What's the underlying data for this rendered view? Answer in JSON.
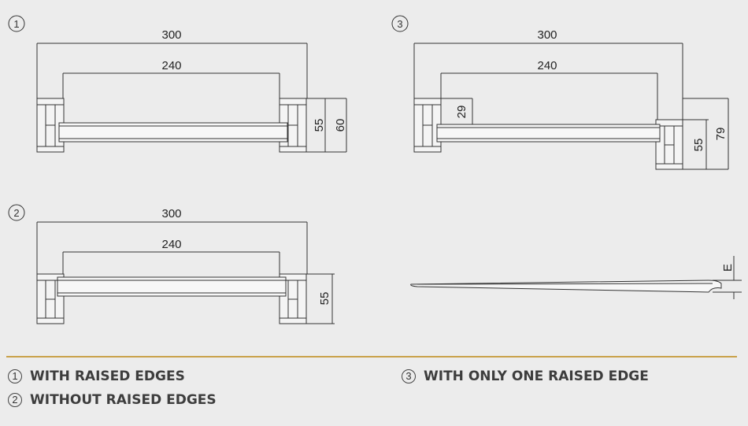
{
  "figures": {
    "fig1": {
      "number": "1",
      "width_total": "300",
      "width_inner": "240",
      "height_a": "55",
      "height_b": "60"
    },
    "fig2": {
      "number": "2",
      "width_total": "300",
      "width_inner": "240",
      "height_a": "55"
    },
    "fig3": {
      "number": "3",
      "width_total": "300",
      "width_inner": "240",
      "height_small": "29",
      "height_a": "55",
      "height_b": "79"
    },
    "fig4": {
      "label_e": "E"
    }
  },
  "legend": [
    {
      "number": "1",
      "text": "WITH RAISED EDGES"
    },
    {
      "number": "2",
      "text": "WITHOUT RAISED EDGES"
    },
    {
      "number": "3",
      "text": "WITH ONLY ONE RAISED EDGE"
    }
  ],
  "colors": {
    "background": "#ececec",
    "line": "#333333",
    "divider": "#c9a24a",
    "text": "#3d3d3d"
  }
}
